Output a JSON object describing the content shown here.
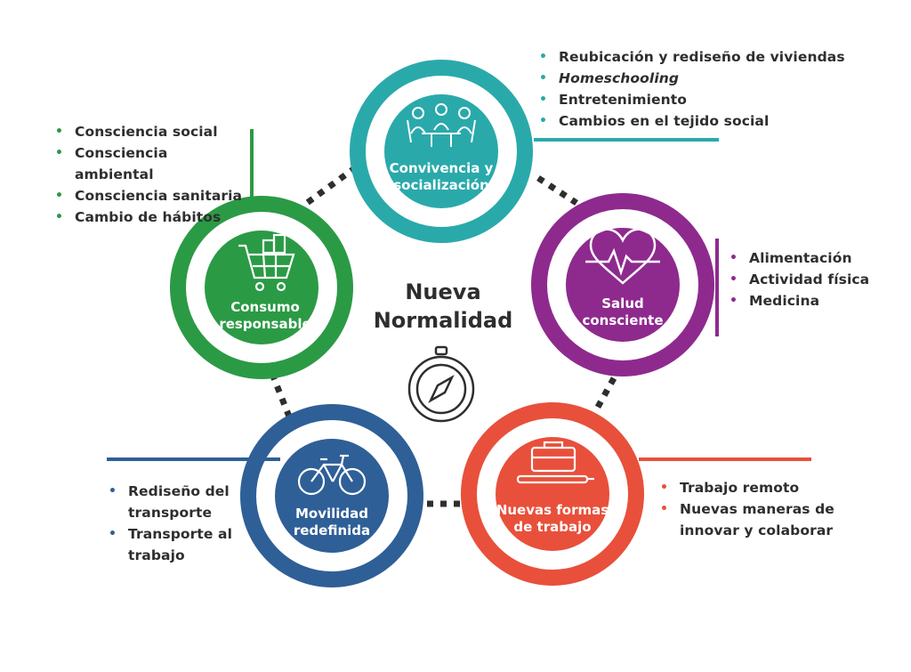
{
  "center": {
    "line1": "Nueva",
    "line2": "Normalidad"
  },
  "nodes": {
    "convivencia": {
      "label1": "Convivencia y",
      "label2": "socialización",
      "color": "#2aa9ab",
      "items": [
        "Reubicación y rediseño de viviendas",
        "Homeschooling",
        "Entretenimiento",
        "Cambios en el tejido social"
      ],
      "icon": "meeting-people-icon"
    },
    "salud": {
      "label1": "Salud",
      "label2": "consciente",
      "color": "#8e2a8e",
      "items": [
        "Alimentación",
        "Actividad física",
        "Medicina"
      ],
      "icon": "heartbeat-icon"
    },
    "trabajo": {
      "label1": "Nuevas formas",
      "label2": "de trabajo",
      "color": "#e8503b",
      "items": [
        "Trabajo remoto",
        "Nuevas maneras de innovar y colaborar"
      ],
      "icon": "briefcase-icon"
    },
    "movilidad": {
      "label1": "Movilidad",
      "label2": "redefinida",
      "color": "#2f5f97",
      "items": [
        "Rediseño del transporte",
        "Transporte al trabajo"
      ],
      "icon": "bicycle-icon"
    },
    "consumo": {
      "label1": "Consumo",
      "label2": "responsable",
      "color": "#2b9a45",
      "items": [
        "Consciencia social",
        "Consciencia ambiental",
        "Consciencia sanitaria",
        "Cambio de hábitos"
      ],
      "icon": "shopping-cart-icon"
    }
  },
  "compass_icon": "compass-icon",
  "dot_color": "#2e2e2e"
}
